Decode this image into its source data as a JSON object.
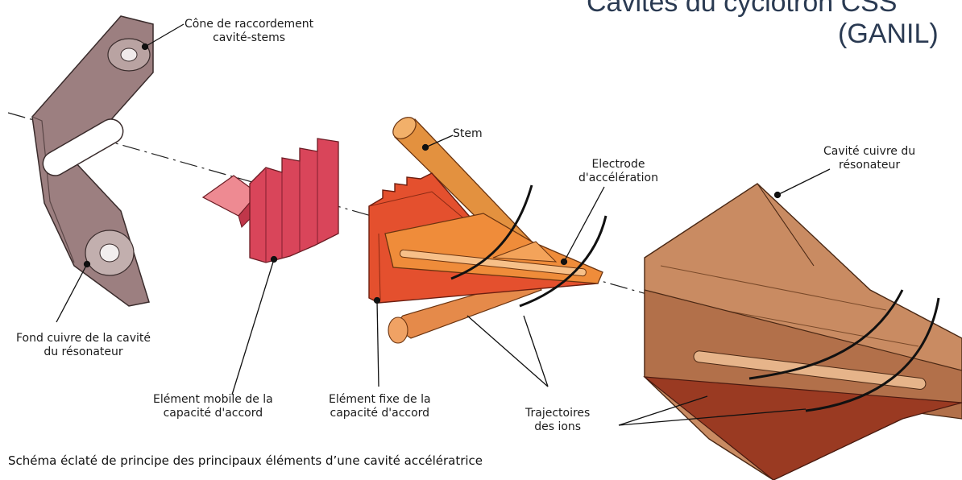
{
  "title": {
    "line1": "Cavités du cyclotron CSS",
    "line2": "(GANIL)"
  },
  "labels": {
    "cone": [
      "Cône de raccordement",
      "cavité-stems"
    ],
    "stem": "Stem",
    "electrode": [
      "Electrode",
      "d'accélération"
    ],
    "cavity": [
      "Cavité cuivre du",
      "résonateur"
    ],
    "back": [
      "Fond cuivre de la cavité",
      "du résonateur"
    ],
    "mobile": [
      "Elément mobile de la",
      "capacité d'accord"
    ],
    "fixe": [
      "Elément fixe de la",
      "capacité d'accord"
    ],
    "trajectoires": [
      "Trajectoires",
      "des ions"
    ]
  },
  "caption": "Schéma éclaté de principe des principaux éléments d’une cavité accélératrice",
  "colors": {
    "plate": "#9c7f80",
    "mobile": "#d9455a",
    "fixe": "#e4502e",
    "electrode": "#ef8c3a",
    "cavity": "#c98b62",
    "cavity_dark": "#9a3a22"
  }
}
